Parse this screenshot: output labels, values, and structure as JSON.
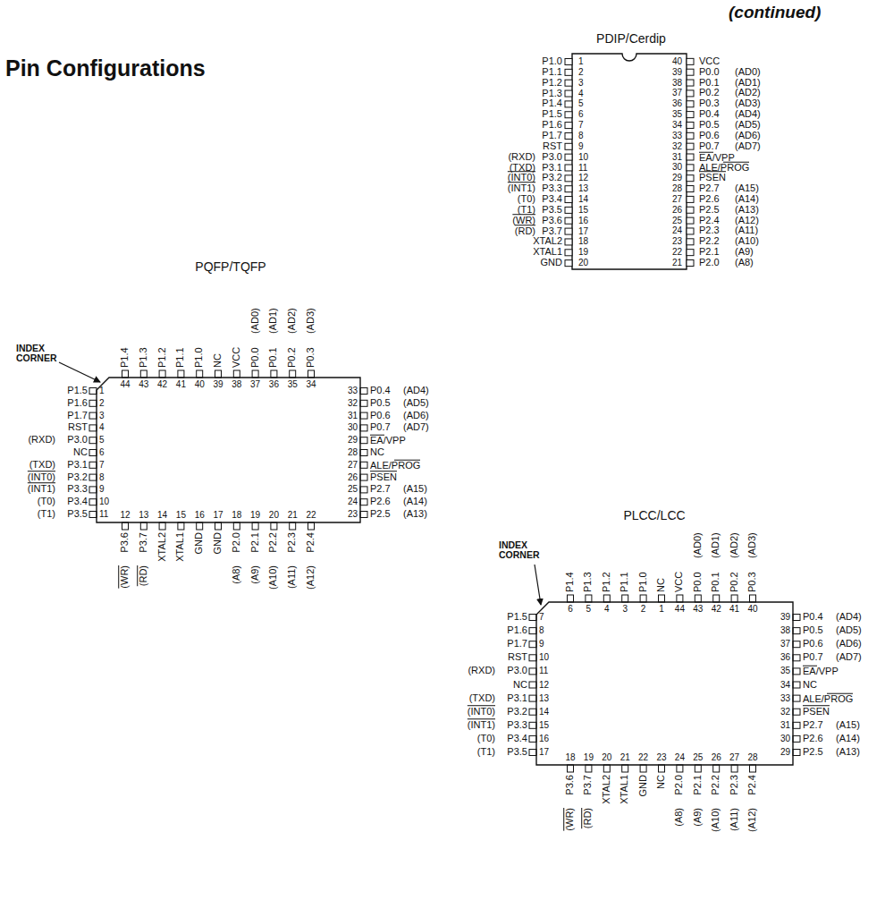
{
  "diagram": {
    "title": "Pin Configurations",
    "labels": [
      "(continued)",
      "PDIP/Cerdip",
      "PQFP/TQFP",
      "INDEX CORNER",
      "PLCC/LCC",
      "INDEX CORNER",
      "1",
      "P1.0",
      "2",
      "P1.1",
      "3",
      "P1.2",
      "4",
      "P1.3",
      "5",
      "P1.4",
      "6",
      "P1.5",
      "7",
      "P1.6",
      "8",
      "P1.7",
      "9",
      "RST",
      "10",
      "P3.0",
      "(RXD)",
      "11",
      "P3.1",
      "(TXD)",
      "12",
      "P3.2",
      "(INT0)",
      "13",
      "P3.3",
      "(INT1)",
      "14",
      "P3.4",
      "(T0)",
      "15",
      "P3.5",
      "(T1)",
      "16",
      "P3.6",
      "(WR)",
      "17",
      "P3.7",
      "(RD)",
      "18",
      "XTAL2",
      "19",
      "XTAL1",
      "20",
      "GND",
      "21",
      "P2.0",
      "(A8)",
      "22",
      "P2.1",
      "(A9)",
      "23",
      "P2.2",
      "(A10)",
      "24",
      "P2.3",
      "(A11)",
      "25",
      "P2.4",
      "(A12)",
      "26",
      "P2.5",
      "(A13)",
      "27",
      "P2.6",
      "(A14)",
      "28",
      "P2.7",
      "(A15)",
      "29",
      "PSEN",
      "30",
      "ALE/PROG",
      "31",
      "EA/VPP",
      "32",
      "P0.7",
      "(AD7)",
      "33",
      "P0.6",
      "(AD6)",
      "34",
      "P0.5",
      "(AD5)",
      "35",
      "P0.4",
      "(AD4)",
      "36",
      "P0.3",
      "(AD3)",
      "37",
      "P0.2",
      "(AD2)",
      "38",
      "P0.1",
      "(AD1)",
      "39",
      "P0.0",
      "(AD0)",
      "40",
      "VCC",
      "1",
      "P1.5",
      "2",
      "P1.6",
      "3",
      "P1.7",
      "4",
      "RST",
      "5",
      "P3.0",
      "(RXD)",
      "6",
      "NC",
      "7",
      "P3.1",
      "(TXD)",
      "8",
      "P3.2",
      "(INT0)",
      "9",
      "P3.3",
      "(INT1)",
      "10",
      "P3.4",
      "(T0)",
      "11",
      "P3.5",
      "(T1)",
      "12",
      "P3.6",
      "(WR)",
      "13",
      "P3.7",
      "(RD)",
      "14",
      "XTAL2",
      "15",
      "XTAL1",
      "16",
      "GND",
      "17",
      "GND",
      "18",
      "P2.0",
      "(A8)",
      "19",
      "P2.1",
      "(A9)",
      "20",
      "P2.2",
      "(A10)",
      "21",
      "P2.3",
      "(A11)",
      "22",
      "P2.4",
      "(A12)",
      "23",
      "P2.5",
      "(A13)",
      "24",
      "P2.6",
      "(A14)",
      "25",
      "P2.7",
      "(A15)",
      "26",
      "PSEN",
      "27",
      "ALE/PROG",
      "28",
      "NC",
      "29",
      "EA/VPP",
      "30",
      "P0.7",
      "(AD7)",
      "31",
      "P0.6",
      "(AD6)",
      "32",
      "P0.5",
      "(AD5)",
      "33",
      "P0.4",
      "(AD4)",
      "34",
      "P0.3",
      "(AD3)",
      "35",
      "P0.2",
      "(AD2)",
      "36",
      "P0.1",
      "(AD1)",
      "37",
      "P0.0",
      "(AD0)",
      "38",
      "VCC",
      "39",
      "NC",
      "40",
      "P1.0",
      "41",
      "P1.1",
      "42",
      "P1.2",
      "43",
      "P1.3",
      "44",
      "P1.4",
      "7",
      "P1.5",
      "8",
      "P1.6",
      "9",
      "P1.7",
      "10",
      "RST",
      "11",
      "P3.0",
      "(RXD)",
      "12",
      "NC",
      "13",
      "P3.1",
      "(TXD)",
      "14",
      "P3.2",
      "(INT0)",
      "15",
      "P3.3",
      "(INT1)",
      "16",
      "P3.4",
      "(T0)",
      "17",
      "P3.5",
      "(T1)",
      "18",
      "P3.6",
      "(WR)",
      "19",
      "P3.7",
      "(RD)",
      "20",
      "XTAL2",
      "21",
      "XTAL1",
      "22",
      "GND",
      "23",
      "NC",
      "24",
      "P2.0",
      "(A8)",
      "25",
      "P2.1",
      "(A9)",
      "26",
      "P2.2",
      "(A10)",
      "27",
      "P2.3",
      "(A11)",
      "28",
      "P2.4",
      "(A12)",
      "29",
      "P2.5",
      "(A13)",
      "30",
      "P2.6",
      "(A14)",
      "31",
      "P2.7",
      "(A15)",
      "32",
      "PSEN",
      "33",
      "ALE/PROG",
      "34",
      "NC",
      "35",
      "EA/VPP",
      "36",
      "P0.7",
      "(AD7)",
      "37",
      "P0.6",
      "(AD6)",
      "38",
      "P0.5",
      "(AD5)",
      "39",
      "P0.4",
      "(AD4)",
      "40",
      "P0.3",
      "(AD3)",
      "41",
      "P0.2",
      "(AD2)",
      "42",
      "P0.1",
      "(AD1)",
      "43",
      "P0.0",
      "(AD0)",
      "44",
      "VCC",
      "1",
      "NC",
      "2",
      "P1.0",
      "3",
      "P1.1",
      "4",
      "P1.2",
      "5",
      "P1.3",
      "6",
      "P1.4"
    ]
  }
}
